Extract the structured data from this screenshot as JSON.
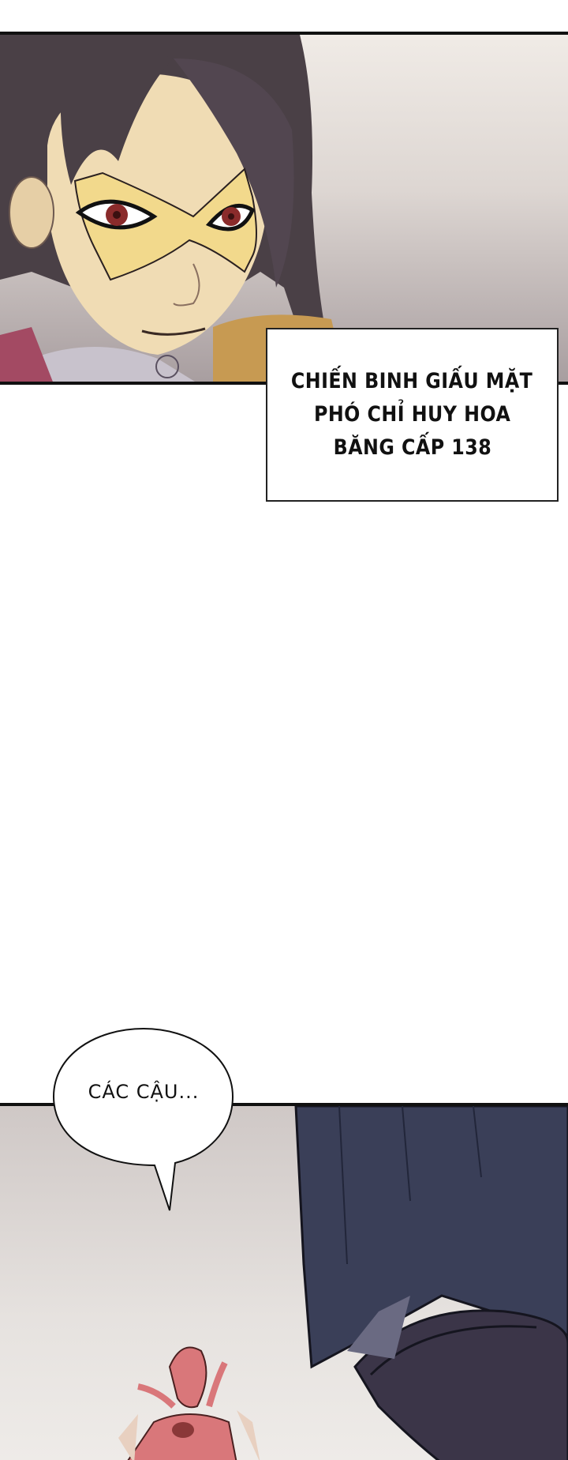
{
  "page": {
    "background": "#ffffff",
    "panel_border_color": "#111111"
  },
  "panel_top": {
    "description": "Close-up of short-haired woman wearing a yellow eye mask, red eyes, smiling",
    "colors": {
      "background": "#e8e2dd",
      "hair": "#4a4046",
      "skin": "#f0dcb4",
      "mask": "#f2d98c",
      "eyes": "#8a2b2b",
      "jacket": "#c79a52",
      "collar": "#c8c2cc",
      "scarf": "#a34a63"
    }
  },
  "caption": {
    "lines": [
      "CHIẾN BINH GIẤU MẶT",
      "PHÓ CHỈ HUY HOA",
      "BĂNG CẤP 138"
    ]
  },
  "speech_bubble": {
    "text": "CÁC CẬU..."
  },
  "panel_bottom": {
    "description": "Small red spiked-armor warrior standing below a giant figure in dark navy skirt and black stockings",
    "colors": {
      "background": "#e2dedb",
      "armor": "#d9777a",
      "skirt": "#3a3f58",
      "stocking": "#3b3548"
    }
  }
}
